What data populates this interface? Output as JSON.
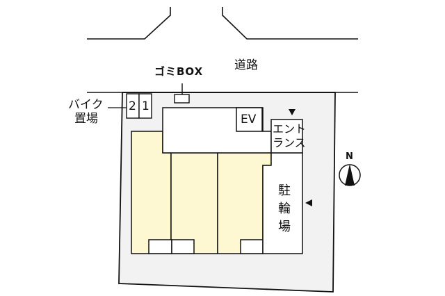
{
  "diagram": {
    "type": "site-plan",
    "colors": {
      "background": "#ffffff",
      "site_fill": "#f2f2f2",
      "unit_fill": "#fdf8d2",
      "line": "#111111"
    },
    "labels": {
      "road": "道路",
      "garbage_box": "ゴミBOX",
      "bike_parking_line1": "バイク",
      "bike_parking_line2": "置場",
      "bike_slot_2": "2",
      "bike_slot_1": "1",
      "elevator": "EV",
      "entrance": "エント\nランス",
      "bicycle_parking": "駐輪場",
      "north": "N"
    },
    "markers": {
      "entrance_arrow": "▼",
      "bicycle_arrow": "◀"
    }
  }
}
